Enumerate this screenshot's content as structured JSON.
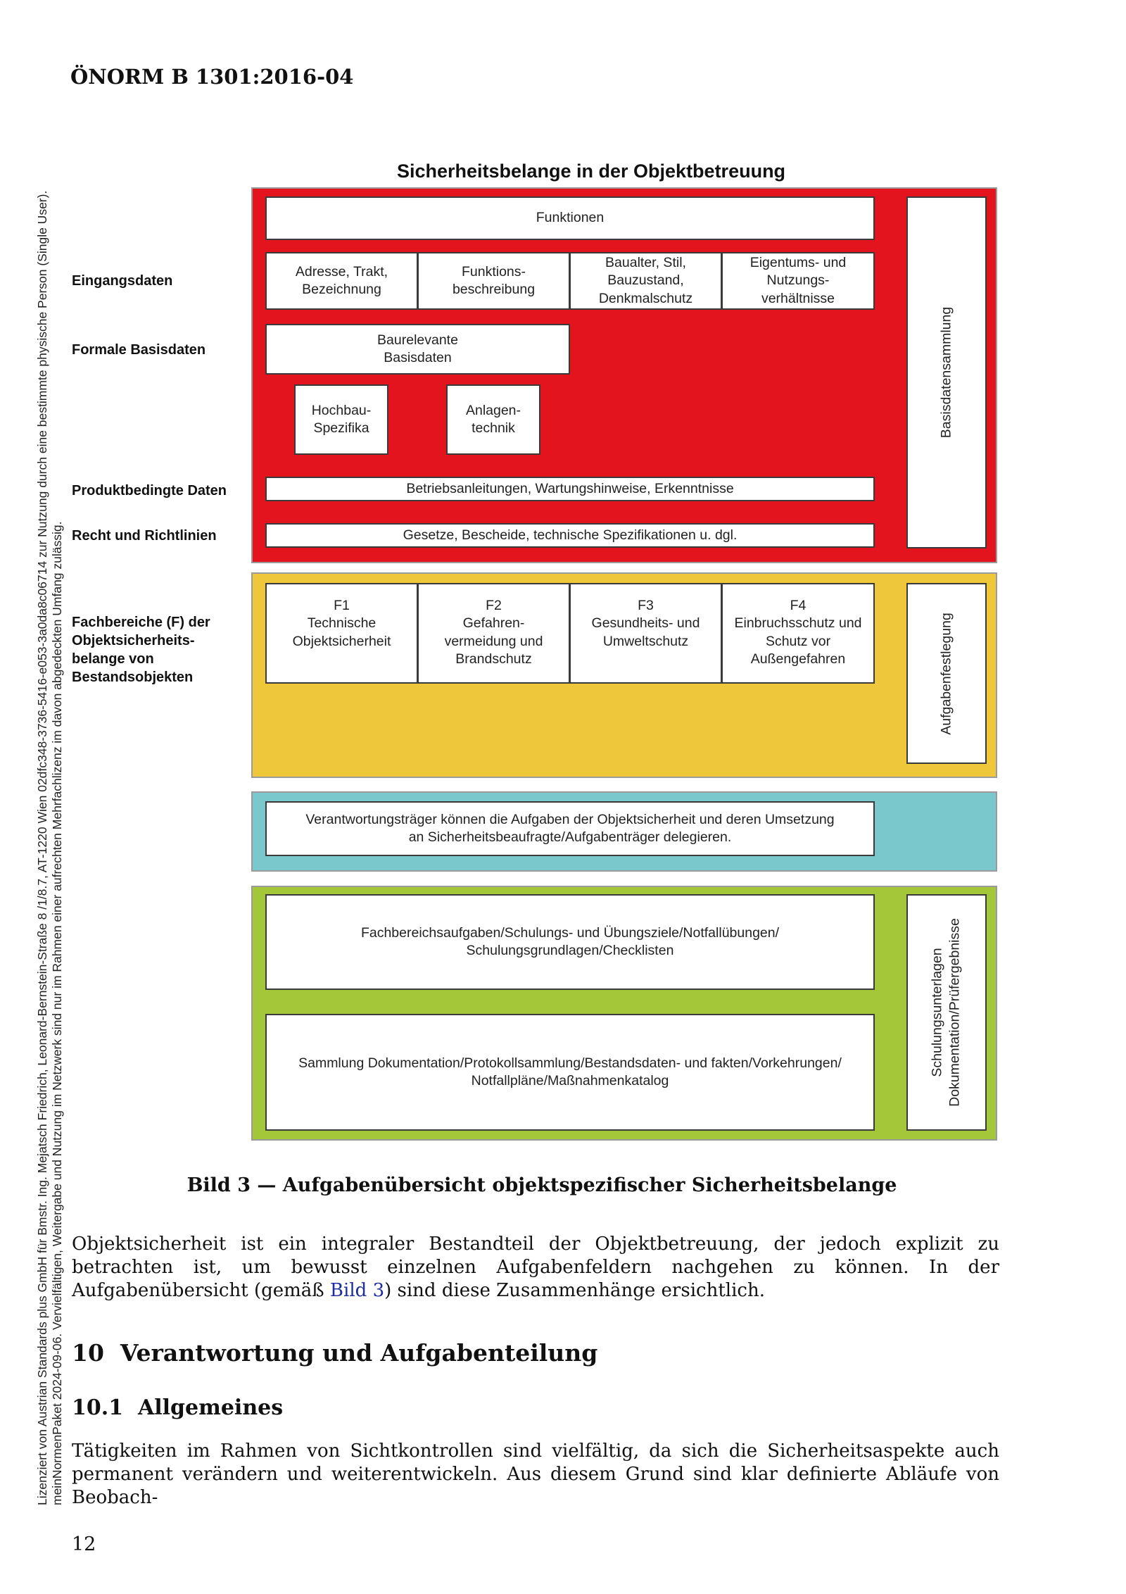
{
  "header": {
    "title": "ÖNORM B 1301:2016-04"
  },
  "side_license": [
    "Lizenziert von Austrian Standards plus GmbH für  Bmstr. Ing. Mejatsch Friedrich, Leonard-Bernstein-Straße 8 /1/8.7, AT-1220 Wien 02dfc348-3736-5416-e053-3a0da8c06714 zur Nutzung durch eine bestimmte physische Person (Single User).",
    "meinNormenPaket 2024-09-06. Vervielfältigen, Weitergabe und Nutzung im Netzwerk sind nur im Rahmen einer aufrechten Mehrfachlizenz im davon abgedeckten Umfang zulässig."
  ],
  "diagram": {
    "title": "Sicherheitsbelange in der Objektbetreuung",
    "row_labels": {
      "eingangsdaten": "Eingangsdaten",
      "formale": "Formale Basisdaten",
      "produkt": "Produktbedingte Daten",
      "recht": "Recht und Richtlinien",
      "fachbereiche": "Fachbereiche (F) der\nObjektsicherheits-\nbelange von\nBestandsobjekten"
    },
    "red": {
      "funktionen": "Funktionen",
      "adresse": "Adresse, Trakt,\nBezeichnung",
      "funktionsbeschreibung": "Funktions-\nbeschreibung",
      "baualter": "Baualter, Stil,\nBauzustand,\nDenkmalschutz",
      "eigentum": "Eigentums- und\nNutzungs-\nverhältnisse",
      "baurelevante": "Baurelevante\nBasisdaten",
      "hochbau": "Hochbau-\nSpezifika",
      "anlagen": "Anlagen-\ntechnik",
      "betrieb": "Betriebsanleitungen, Wartungshinweise, Erkenntnisse",
      "gesetze": "Gesetze, Bescheide, technische Spezifikationen u. dgl.",
      "side": "Basisdatensammlung"
    },
    "yellow": {
      "f1": "F1\nTechnische\nObjektsicherheit",
      "f2": "F2\nGefahren-\nvermeidung und\nBrandschutz",
      "f3": "F3\nGesundheits- und\nUmweltschutz",
      "f4": "F4\nEinbruchsschutz und\nSchutz vor\nAußengefahren",
      "side": "Aufgabenfestlegung"
    },
    "teal": {
      "text": "Verantwortungsträger können die Aufgaben der Objektsicherheit und deren Umsetzung\nan Sicherheitsbeaufragte/Aufgabenträger delegieren."
    },
    "green": {
      "box1": "Fachbereichsaufgaben/Schulungs- und Übungsziele/Notfallübungen/\nSchulungsgrundlagen/Checklisten",
      "box2": "Sammlung Dokumentation/Protokollsammlung/Bestandsdaten- und fakten/Vorkehrungen/\nNotfallpläne/Maßnahmenkatalog",
      "side": "Schulungsunterlagen\nDokumentation/Prüfergebnisse"
    },
    "colors": {
      "red": "#e3141d",
      "yellow": "#efc73a",
      "teal": "#7ac8cb",
      "green": "#a4c73a"
    }
  },
  "caption": "Bild 3 — Aufgabenübersicht objektspezifischer Sicherheitsbelange",
  "paragraph1": {
    "before_link": "Objektsicherheit ist ein integraler Bestandteil der Objektbetreuung, der jedoch explizit zu betrachten ist, um bewusst einzelnen Aufgabenfeldern nachgehen zu können. In der Aufgabenübersicht (gemäß ",
    "link": "Bild 3",
    "after_link": ") sind diese Zusammenhänge ersichtlich."
  },
  "section10": {
    "number": "10",
    "title": "Verantwortung und Aufgabenteilung"
  },
  "section101": {
    "number": "10.1",
    "title": "Allgemeines"
  },
  "paragraph2": "Tätigkeiten im Rahmen von Sichtkontrollen sind vielfältig, da sich die Sicherheitsaspekte auch perma­nent verändern und weiterentwickeln. Aus diesem Grund sind klar definierte Abläufe von Beobach-",
  "page_number": "12"
}
